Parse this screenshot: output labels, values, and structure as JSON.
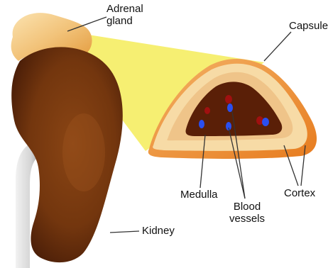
{
  "labels": {
    "adrenal_gland_line1": "Adrenal",
    "adrenal_gland_line2": "gland",
    "capsule": "Capsule",
    "medulla": "Medulla",
    "blood_vessels_line1": "Blood",
    "blood_vessels_line2": "vessels",
    "cortex": "Cortex",
    "kidney": "Kidney"
  },
  "colors": {
    "kidney": "#7a3a10",
    "kidney_dark": "#3d1606",
    "adrenal_gland": "#f2c37a",
    "zoom_beam": "#f5ee6a",
    "capsule": "#ef8d2e",
    "cortex": "#f7dba6",
    "medulla": "#5a1f07",
    "vessel_blue": "#2a4ff0",
    "vessel_red": "#a01010",
    "ureter": "#d9d9d9",
    "leader_line": "#333333"
  }
}
